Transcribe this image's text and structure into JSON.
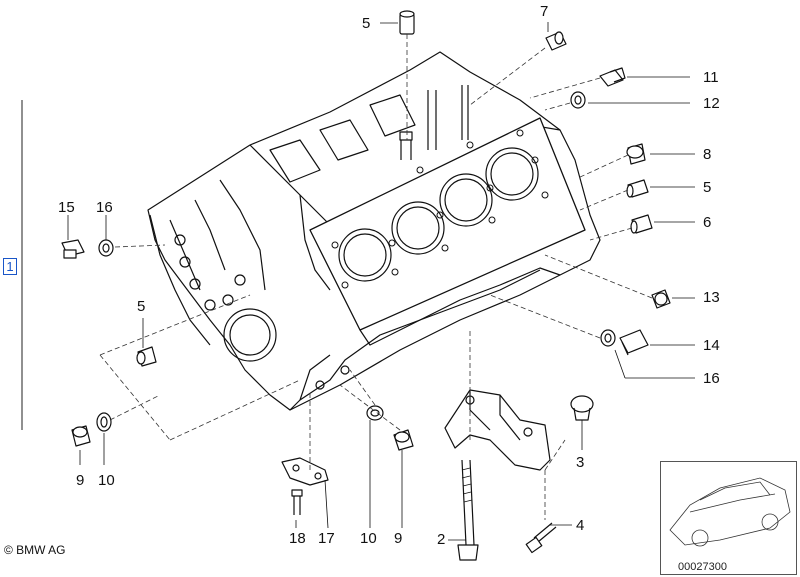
{
  "diagram": {
    "assembly_ref": "1",
    "copyright": "© BMW AG",
    "image_number": "00027300",
    "callouts": [
      {
        "id": "c5a",
        "label": "5"
      },
      {
        "id": "c7",
        "label": "7"
      },
      {
        "id": "c11",
        "label": "11"
      },
      {
        "id": "c12",
        "label": "12"
      },
      {
        "id": "c8",
        "label": "8"
      },
      {
        "id": "c5b",
        "label": "5"
      },
      {
        "id": "c6",
        "label": "6"
      },
      {
        "id": "c13",
        "label": "13"
      },
      {
        "id": "c14",
        "label": "14"
      },
      {
        "id": "c16a",
        "label": "16"
      },
      {
        "id": "c15",
        "label": "15"
      },
      {
        "id": "c16b",
        "label": "16"
      },
      {
        "id": "c5c",
        "label": "5"
      },
      {
        "id": "c9a",
        "label": "9"
      },
      {
        "id": "c10a",
        "label": "10"
      },
      {
        "id": "c18",
        "label": "18"
      },
      {
        "id": "c17",
        "label": "17"
      },
      {
        "id": "c10b",
        "label": "10"
      },
      {
        "id": "c9b",
        "label": "9"
      },
      {
        "id": "c2",
        "label": "2"
      },
      {
        "id": "c3",
        "label": "3"
      },
      {
        "id": "c4",
        "label": "4"
      }
    ]
  }
}
